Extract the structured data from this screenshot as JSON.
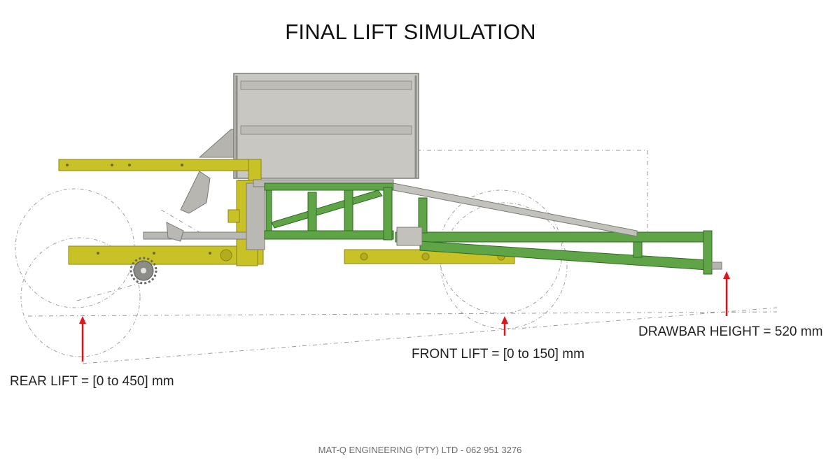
{
  "title": "FINAL LIFT SIMULATION",
  "labels": {
    "rear_lift": "REAR LIFT = [0 to 450] mm",
    "front_lift": "FRONT LIFT = [0 to 150] mm",
    "drawbar_height": "DRAWBAR HEIGHT = 520 mm"
  },
  "footer": "MAT-Q ENGINEERING (PTY) LTD - 062 951 3276",
  "colors": {
    "hopper": "#c8c7c2",
    "rear_frame": "#c9c227",
    "front_frame": "#5fa548",
    "arrow": "#e0151b",
    "construction_line": "#9a9a9a"
  }
}
